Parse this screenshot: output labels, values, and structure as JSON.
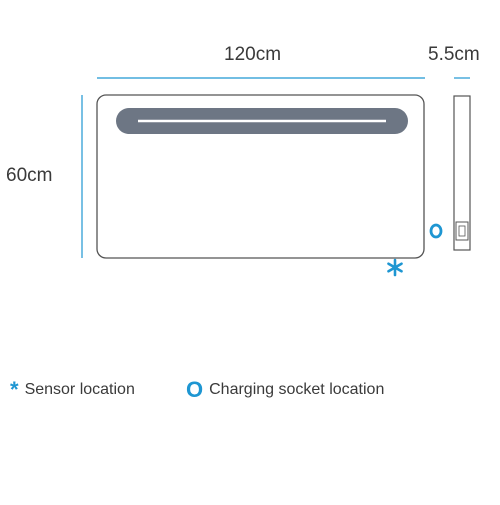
{
  "dimensions": {
    "width": "120cm",
    "height": "60cm",
    "depth": "5.5cm"
  },
  "legend": {
    "sensor_symbol": "*",
    "sensor_label": "Sensor location",
    "socket_symbol": "O",
    "socket_label": "Charging socket location"
  },
  "colors": {
    "accent": "#1e96d2",
    "outline": "#555555",
    "light_bar": "#6d7684"
  }
}
